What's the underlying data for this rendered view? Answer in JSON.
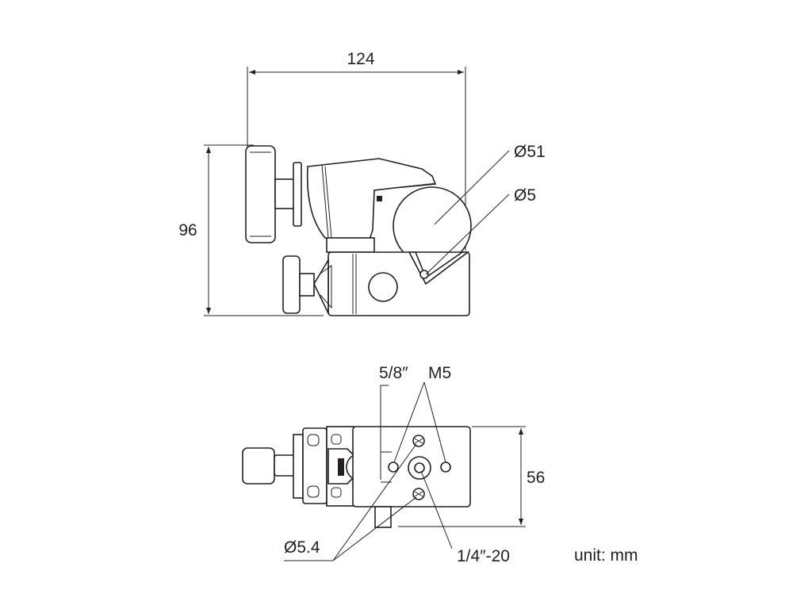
{
  "side_view": {
    "width_dim": "124",
    "height_dim": "96",
    "tube_diameter": "Ø51",
    "pin_diameter": "Ø5"
  },
  "bottom_view": {
    "depth_dim": "56",
    "stud_label": "5/8″",
    "screw_label": "M5",
    "hole_diameter": "Ø5.4",
    "thread_label": "1/4″-20"
  },
  "unit_note": "unit: mm",
  "colors": {
    "line": "#231f20",
    "background": "#ffffff"
  }
}
